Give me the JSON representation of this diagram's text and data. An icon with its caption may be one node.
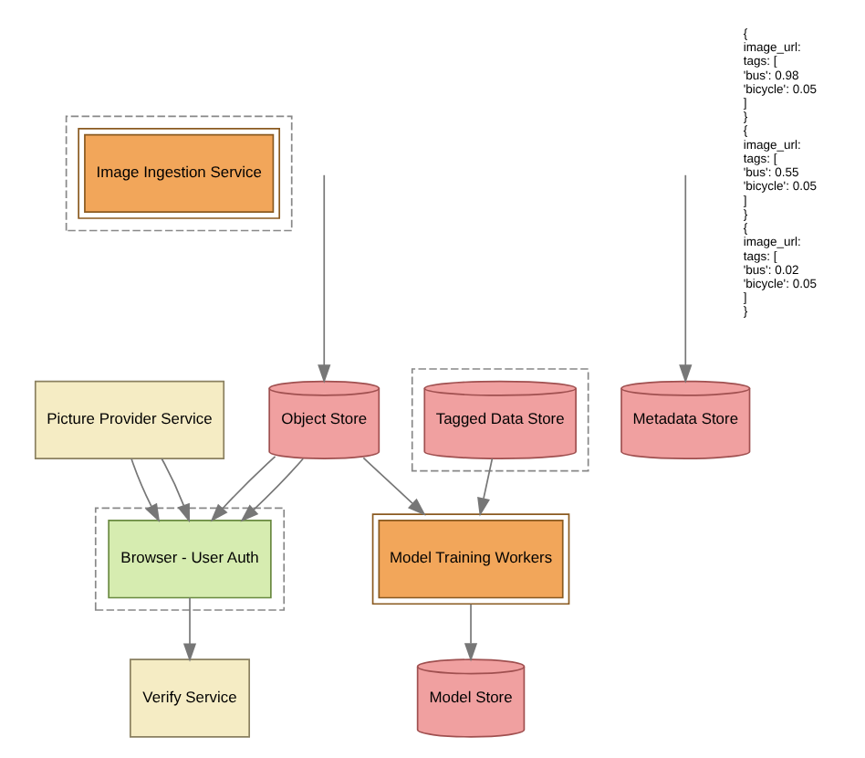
{
  "diagram": {
    "nodes": [
      {
        "text": [],
        "shape": "box"
      },
      {
        "text": [
          "Image Ingestion Service"
        ],
        "in": 0
      },
      {
        "text": [
          "Picture Provider Service"
        ]
      },
      {
        "text": [],
        "shape": "box"
      },
      {
        "text": [
          "Browser - User Auth"
        ],
        "in": 3
      },
      {
        "text": [
          "Object Store"
        ]
      },
      {
        "text": [
          "Metadata Store"
        ]
      },
      {
        "text": [
          "Verify Service"
        ]
      },
      {
        "text": [],
        "shape": "box"
      },
      {
        "text": [
          "Tagged Data Store"
        ],
        "in": 8
      },
      {
        "text": [
          "Model Training Workers"
        ]
      },
      {
        "text": [
          "Model Store"
        ]
      }
    ],
    "edges": [
      {
        "from": null,
        "to": 5,
        "arrow": "to"
      },
      {
        "from": null,
        "to": 6,
        "arrow": "to"
      },
      {
        "from": 2,
        "to": 4,
        "arrow": "to"
      },
      {
        "from": 2,
        "to": 4,
        "arrow": "to"
      },
      {
        "from": 5,
        "to": 4,
        "arrow": "to"
      },
      {
        "from": 5,
        "to": 4,
        "arrow": "to"
      },
      {
        "from": 4,
        "to": 7,
        "arrow": "to"
      },
      {
        "from": 5,
        "to": 10,
        "arrow": "to"
      },
      {
        "from": 9,
        "to": 10,
        "arrow": "to"
      },
      {
        "from": 10,
        "to": 11,
        "arrow": "to"
      }
    ],
    "labels": [
      "{",
      "image_url:",
      "tags: [",
      "'bus': 0.98",
      "'bicycle': 0.05",
      "]",
      "}",
      "{",
      "image_url:",
      "tags: [",
      "'bus': 0.55",
      "'bicycle': 0.05",
      "]",
      "}",
      "{",
      "image_url:",
      "tags: [",
      "'bus': 0.02",
      "'bicycle': 0.05",
      "]",
      "}"
    ]
  }
}
